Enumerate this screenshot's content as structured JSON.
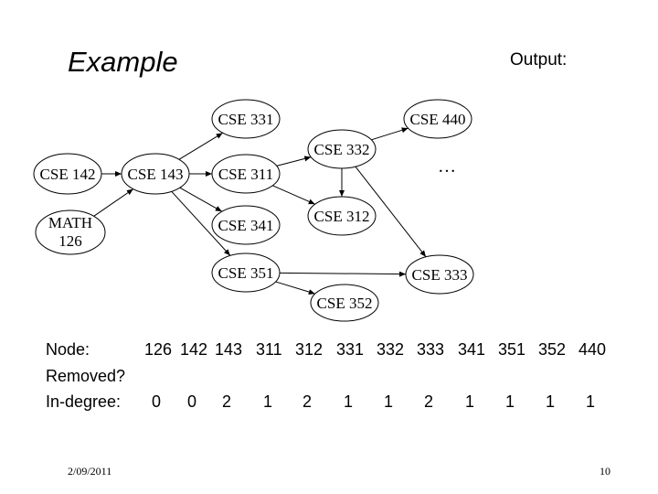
{
  "slide": {
    "title": "Example",
    "output_label": "Output:",
    "ellipsis": "…",
    "footer_date": "2/09/2011",
    "page_number": "10"
  },
  "graph": {
    "nodes": [
      {
        "id": "cse142",
        "label": "CSE 142"
      },
      {
        "id": "cse143",
        "label": "CSE 143"
      },
      {
        "id": "math126",
        "label": "MATH",
        "label2": "126"
      },
      {
        "id": "cse331",
        "label": "CSE 331"
      },
      {
        "id": "cse311",
        "label": "CSE 311"
      },
      {
        "id": "cse341",
        "label": "CSE 341"
      },
      {
        "id": "cse351",
        "label": "CSE 351"
      },
      {
        "id": "cse332",
        "label": "CSE 332"
      },
      {
        "id": "cse312",
        "label": "CSE 312"
      },
      {
        "id": "cse352",
        "label": "CSE 352"
      },
      {
        "id": "cse440",
        "label": "CSE 440"
      },
      {
        "id": "cse333",
        "label": "CSE 333"
      }
    ],
    "edges": [
      {
        "from": "cse142",
        "to": "cse143"
      },
      {
        "from": "math126",
        "to": "cse143"
      },
      {
        "from": "cse143",
        "to": "cse331"
      },
      {
        "from": "cse143",
        "to": "cse311"
      },
      {
        "from": "cse143",
        "to": "cse341"
      },
      {
        "from": "cse143",
        "to": "cse351"
      },
      {
        "from": "cse311",
        "to": "cse332"
      },
      {
        "from": "cse311",
        "to": "cse312"
      },
      {
        "from": "cse332",
        "to": "cse440"
      },
      {
        "from": "cse332",
        "to": "cse312"
      },
      {
        "from": "cse332",
        "to": "cse333"
      },
      {
        "from": "cse351",
        "to": "cse333"
      },
      {
        "from": "cse351",
        "to": "cse352"
      }
    ]
  },
  "table": {
    "rows": [
      {
        "label": "Node:",
        "cells": [
          "126",
          "142",
          "143",
          "311",
          "312",
          "331",
          "332",
          "333",
          "341",
          "351",
          "352",
          "440"
        ]
      },
      {
        "label": "Removed?",
        "cells": []
      },
      {
        "label": "In-degree:",
        "cells": [
          "0",
          "0",
          "2",
          "1",
          "2",
          "1",
          "1",
          "2",
          "1",
          "1",
          "1",
          "1"
        ]
      }
    ]
  }
}
